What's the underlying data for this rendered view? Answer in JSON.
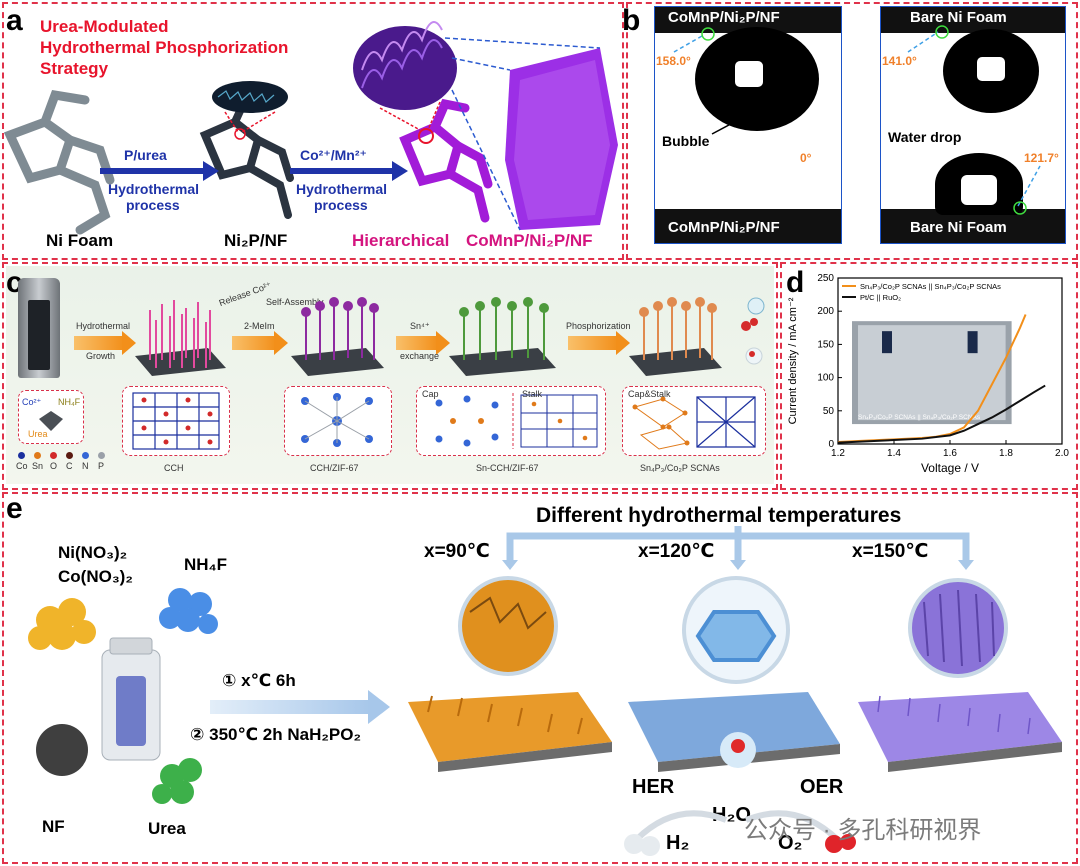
{
  "panels": {
    "a": {
      "label": "a",
      "title_lines": [
        "Urea-Modulated",
        "Hydrothermal Phosphorization",
        "Strategy"
      ],
      "step1_top": "P/urea",
      "step1_bottom": [
        "Hydrothermal",
        "process"
      ],
      "step2_top": "Co²⁺/Mn²⁺",
      "step2_bottom": [
        "Hydrothermal",
        "process"
      ],
      "ni_foam": "Ni Foam",
      "ni2p_nf": "Ni₂P/NF",
      "hierarchical": "Hierarchical",
      "comnp": "CoMnP/Ni₂P/NF"
    },
    "b": {
      "label": "b",
      "left_top": "CoMnP/Ni₂P/NF",
      "left_bottom": "CoMnP/Ni₂P/NF",
      "left_angle": "158.0°",
      "left_zero": "0°",
      "bubble": "Bubble",
      "right_top": "Bare Ni Foam",
      "right_bottom": "Bare Ni Foam",
      "right_angle": "141.0°",
      "water_drop": "Water drop",
      "right_angle2": "121.7°"
    },
    "c": {
      "label": "c",
      "steps": [
        "Hydrothermal",
        "Growth",
        "Release Co²⁺",
        "Self-Assembly",
        "2-MeIm",
        "Sn⁴⁺",
        "exchange",
        "Phosphorization"
      ],
      "names": [
        "CCH",
        "CCH/ZIF-67",
        "Sn-CCH/ZIF-67",
        "Sn₄P₃/Co₂P SCNAs"
      ],
      "reagents": [
        "Co²⁺",
        "NH₄F",
        "Urea"
      ],
      "legend": [
        "Co",
        "Sn",
        "O",
        "C",
        "N",
        "P"
      ],
      "legend_colors": [
        "#1b2f9e",
        "#e07a1a",
        "#d22a2a",
        "#5a1a10",
        "#3466d6",
        "#9aa0a8"
      ],
      "cap": "Cap",
      "stalk": "Stalk",
      "capstalk": "Cap&Stalk"
    },
    "d": {
      "label": "d"
    },
    "e": {
      "label": "e",
      "header": "Different hydrothermal temperatures",
      "temps": [
        "x=90℃",
        "x=120℃",
        "x=150℃"
      ],
      "reagents": [
        "Ni(NO₃)₂",
        "Co(NO₃)₂",
        "NH₄F",
        "NF",
        "Urea"
      ],
      "step1": "① x℃   6h",
      "step2": "② 350℃  2h   NaH₂PO₂",
      "her": "HER",
      "oer": "OER",
      "h2o": "H₂O",
      "h2": "H₂",
      "o2": "O₂"
    }
  },
  "watermark": "公众号 · 多孔科研视界",
  "chart_data": {
    "type": "line",
    "title": "",
    "xlabel": "Voltage / V",
    "ylabel": "Current density / mA cm⁻²",
    "xlim": [
      1.2,
      2.0
    ],
    "ylim": [
      0,
      250
    ],
    "xticks": [
      "1.2",
      "1.4",
      "1.6",
      "1.8",
      "2.0"
    ],
    "yticks": [
      "0",
      "50",
      "100",
      "150",
      "200",
      "250"
    ],
    "inset_caption": "Sn₄P₃/Co₂P SCNAs || Sn₄P₃/Co₂P SCNAs",
    "legend_position": "top-left",
    "series": [
      {
        "name": "Sn₄P₃/Co₂P SCNAs || Sn₄P₃/Co₂P SCNAs",
        "color": "#f28f1a",
        "x": [
          1.2,
          1.3,
          1.4,
          1.5,
          1.55,
          1.6,
          1.65,
          1.7,
          1.75,
          1.8,
          1.85,
          1.87
        ],
        "y": [
          3,
          5,
          7,
          9,
          11,
          15,
          25,
          50,
          90,
          130,
          175,
          195
        ]
      },
      {
        "name": "Pt/C || RuO₂",
        "color": "#111111",
        "x": [
          1.2,
          1.3,
          1.4,
          1.5,
          1.6,
          1.65,
          1.7,
          1.75,
          1.8,
          1.85,
          1.9,
          1.94
        ],
        "y": [
          2,
          4,
          6,
          8,
          13,
          20,
          30,
          40,
          52,
          65,
          78,
          88
        ]
      }
    ]
  }
}
